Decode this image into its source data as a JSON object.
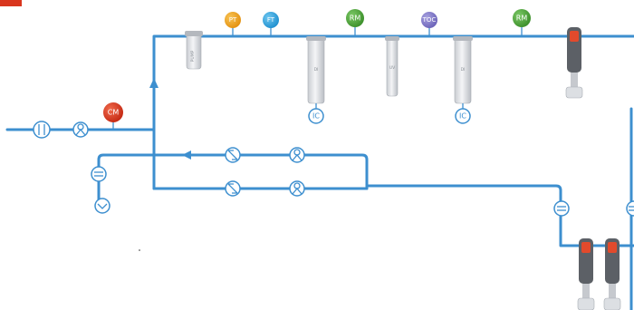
{
  "sensors": {
    "cm": {
      "label": "CM",
      "color": "#d9361e"
    },
    "pt": {
      "label": "PT",
      "color": "#f0a41c"
    },
    "ft": {
      "label": "FT",
      "color": "#2fa7e0"
    },
    "rm1": {
      "label": "RM",
      "color": "#4ea83a"
    },
    "toc": {
      "label": "TOC",
      "color": "#7f77c8"
    },
    "rm2": {
      "label": "RM",
      "color": "#4ea83a"
    }
  },
  "ic_labels": {
    "ic1": "IC",
    "ic2": "IC"
  },
  "vessels": {
    "pump": "PUMP",
    "di1": "DI",
    "uv": "UV",
    "di2": "DI"
  },
  "colors": {
    "pipe": "#3d8fcf",
    "accent_red": "#d9361e"
  }
}
